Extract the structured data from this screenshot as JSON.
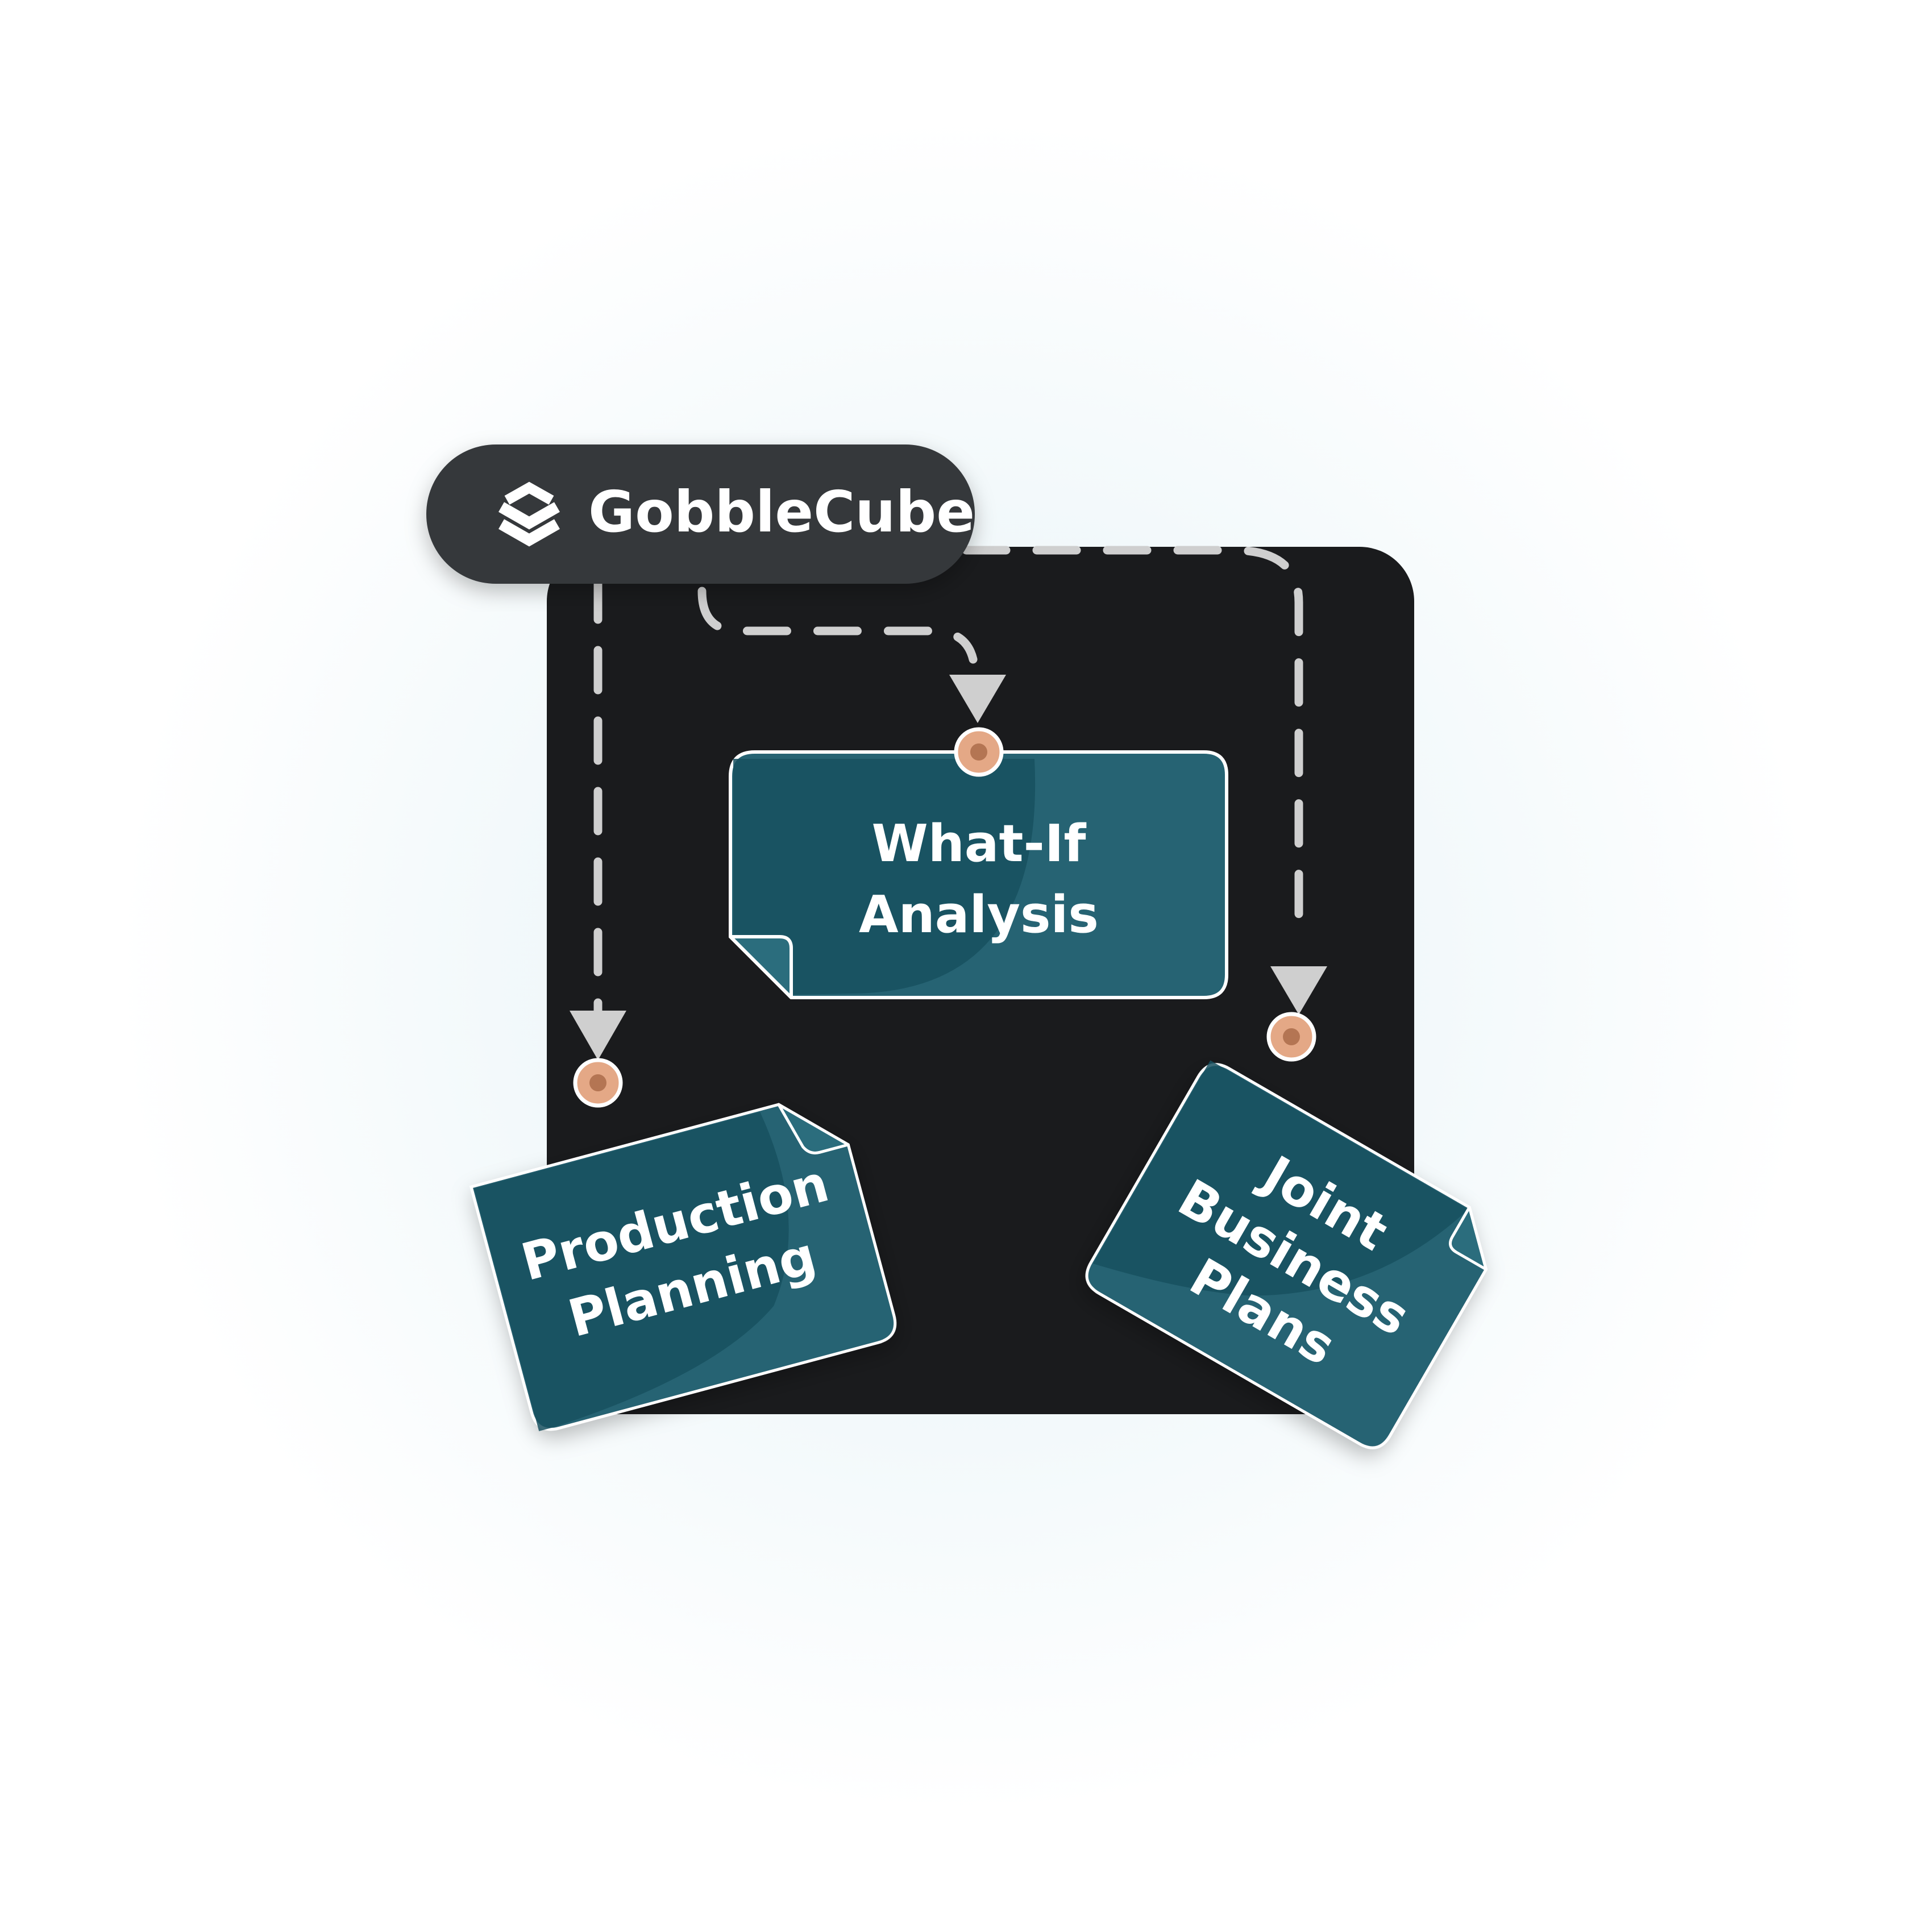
{
  "brand": {
    "name": "GobbleCube",
    "logo_icon": "stacked-chevrons-icon"
  },
  "nodes": {
    "what_if": {
      "line1": "What-If",
      "line2": "Analysis"
    },
    "production": {
      "line1": "Production",
      "line2": "Planning"
    },
    "joint": {
      "line1": "Joint",
      "line2": "Business",
      "line3": "Plans"
    }
  },
  "colors": {
    "canvas_panel": "#1a1b1d",
    "brand_pill": "#35383a",
    "note_dark": "#17505f",
    "note_light": "#266373",
    "connector": "#cfcfcf",
    "pin": "#e4a886"
  }
}
